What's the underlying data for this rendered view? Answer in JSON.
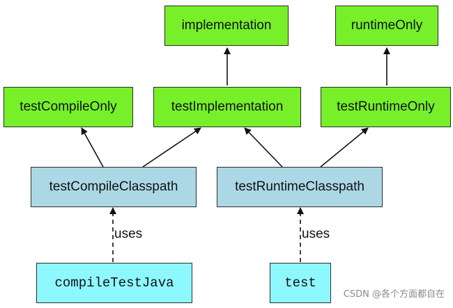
{
  "nodes": {
    "implementation": "implementation",
    "runtimeOnly": "runtimeOnly",
    "testCompileOnly": "testCompileOnly",
    "testImplementation": "testImplementation",
    "testRuntimeOnly": "testRuntimeOnly",
    "testCompileClasspath": "testCompileClasspath",
    "testRuntimeClasspath": "testRuntimeClasspath",
    "compileTestJava": "compileTestJava",
    "test": "test"
  },
  "edge_labels": {
    "uses_left": "uses",
    "uses_right": "uses"
  },
  "colors": {
    "configuration_node": "#77f02a",
    "classpath_node": "#acd8e6",
    "task_node": "#8ef8ff",
    "edge": "#111111"
  },
  "watermark": "CSDN @各个方面都自在"
}
